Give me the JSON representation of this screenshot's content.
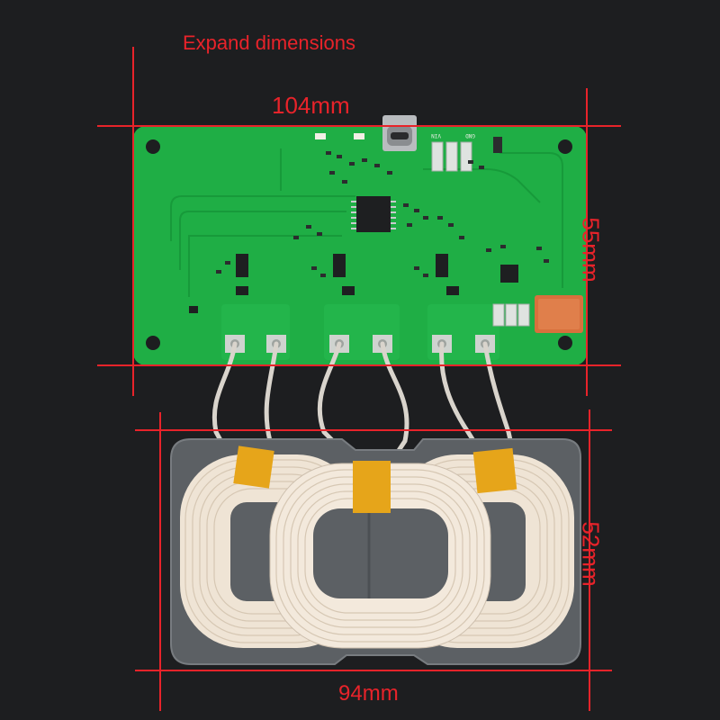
{
  "labels": {
    "title": "Expand dimensions",
    "board_width": "104mm",
    "board_height": "55mm",
    "coil_height": "52mm",
    "coil_width": "94mm"
  },
  "silkscreen": {
    "vin": "VIN",
    "gnd": "GND"
  },
  "colors": {
    "background": "#1d1e20",
    "pcb": "#1fae45",
    "dimension_red": "#e8232a",
    "coil_backing": "#5c6064",
    "coil_wire": "#f1e7d9",
    "tape": "#e6a51a"
  }
}
